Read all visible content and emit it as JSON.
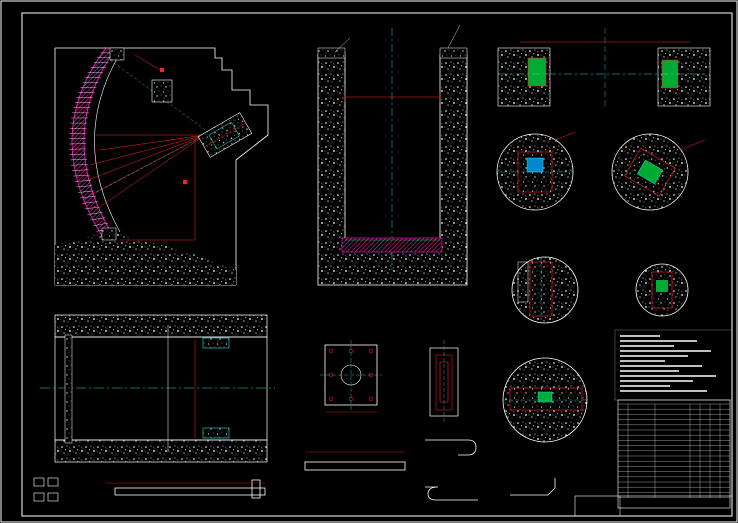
{
  "colors": {
    "background": "#000000",
    "line": "#ffffff",
    "accent_red": "#ff2020",
    "accent_magenta": "#ff1fbf",
    "accent_cyan": "#24e0e0",
    "accent_green": "#20e040",
    "accent_yellow": "#ffe020"
  },
  "views": [
    {
      "id": "arc-view",
      "description_label": ""
    },
    {
      "id": "trench-section",
      "description_label": ""
    },
    {
      "id": "plan-view",
      "description_label": ""
    },
    {
      "id": "anchor-plate",
      "description_label": ""
    },
    {
      "id": "bracket-detail",
      "description_label": ""
    },
    {
      "id": "top-right-section",
      "description_label": ""
    },
    {
      "id": "detail-circles",
      "description_label": ""
    },
    {
      "id": "rebar-hooks",
      "description_label": ""
    },
    {
      "id": "title-block",
      "description_label": ""
    }
  ]
}
